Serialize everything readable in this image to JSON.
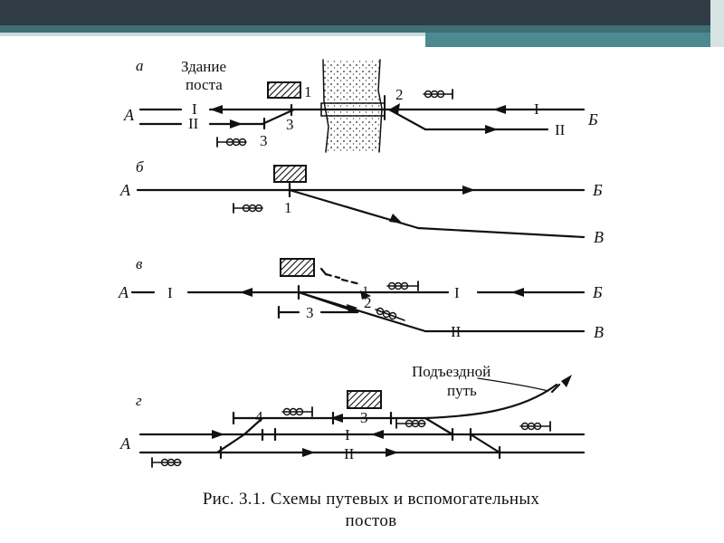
{
  "schemes": {
    "a": {
      "letter": "а",
      "building_label_line1": "Здание",
      "building_label_line2": "поста",
      "track_I_left": "I",
      "track_II_left": "II",
      "track_I_right": "I",
      "track_II_right": "II",
      "end_A": "А",
      "end_B": "Б",
      "num_1": "1",
      "num_2": "2",
      "num_3a": "3",
      "num_3b": "3"
    },
    "b": {
      "letter": "б",
      "end_A": "А",
      "end_B": "Б",
      "end_V": "В",
      "num_1": "1"
    },
    "v": {
      "letter": "в",
      "end_A": "А",
      "end_B": "Б",
      "end_V": "В",
      "track_I_left": "I",
      "track_I_right": "I",
      "track_II": "II",
      "num_1": "1",
      "num_2": "2",
      "num_3": "3"
    },
    "g": {
      "letter": "г",
      "access_line1": "Подъездной",
      "access_line2": "путь",
      "end_A": "А",
      "track_I": "I",
      "track_II": "II",
      "num_3": "3",
      "num_4": "4"
    }
  },
  "caption": {
    "line1": "Рис. 3.1. Схемы путевых и вспомогательных",
    "line2": "постов"
  },
  "colors": {
    "header_dark": "#2f3b45",
    "header_teal": "#3f6e74",
    "ink": "#111111"
  }
}
